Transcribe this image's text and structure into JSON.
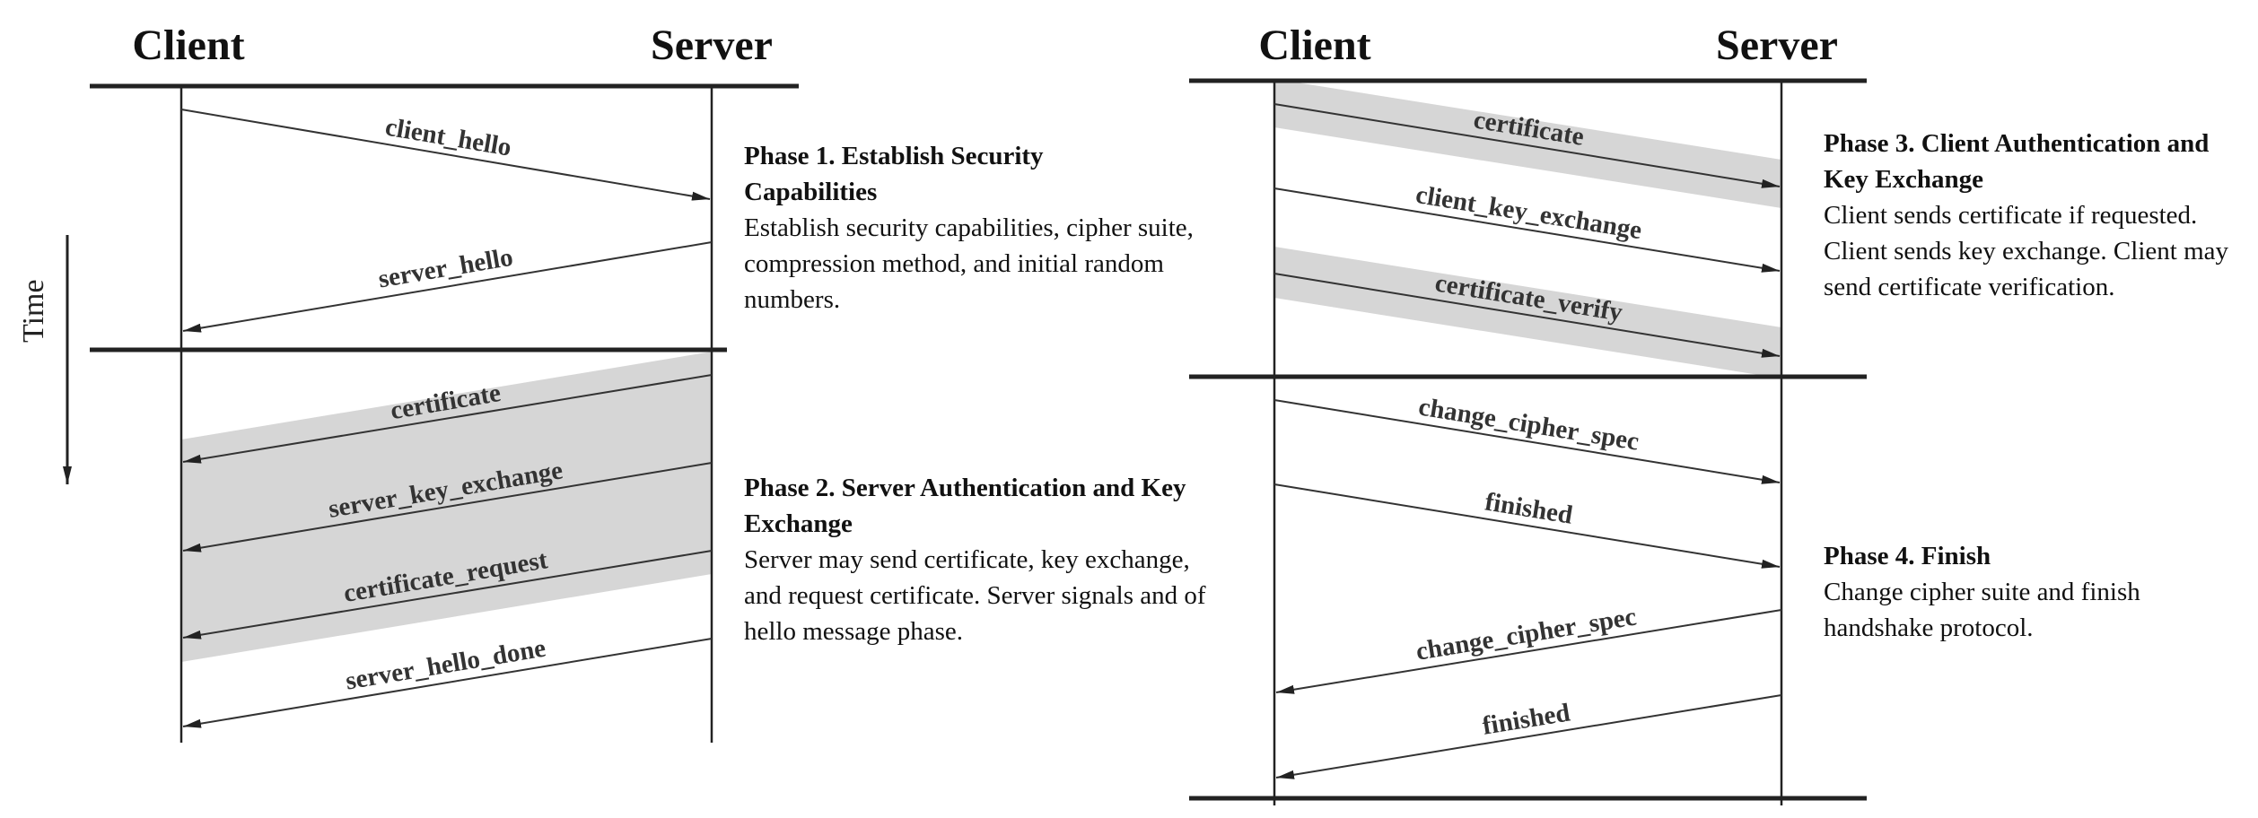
{
  "left": {
    "client": "Client",
    "server": "Server",
    "time": "Time",
    "messages": [
      "client_hello",
      "server_hello",
      "certificate",
      "server_key_exchange",
      "certificate_request",
      "server_hello_done"
    ]
  },
  "right": {
    "client": "Client",
    "server": "Server",
    "messages": [
      "certificate",
      "client_key_exchange",
      "certificate_verify",
      "change_cipher_spec",
      "finished",
      "change_cipher_spec",
      "finished"
    ]
  },
  "phases": [
    {
      "title": "Phase 1. Establish Security Capabilities",
      "desc": "Establish security capabilities, cipher suite, compression method, and initial random numbers."
    },
    {
      "title": "Phase 2. Server Authentication and Key Exchange",
      "desc": "Server may send certificate, key exchange, and request certificate. Server signals and of hello message phase."
    },
    {
      "title": "Phase 3. Client Authentication and Key Exchange",
      "desc": "Client sends certificate if requested. Client sends key exchange. Client may send certificate verification."
    },
    {
      "title": "Phase 4. Finish",
      "desc": "Change cipher suite and finish handshake protocol."
    }
  ]
}
